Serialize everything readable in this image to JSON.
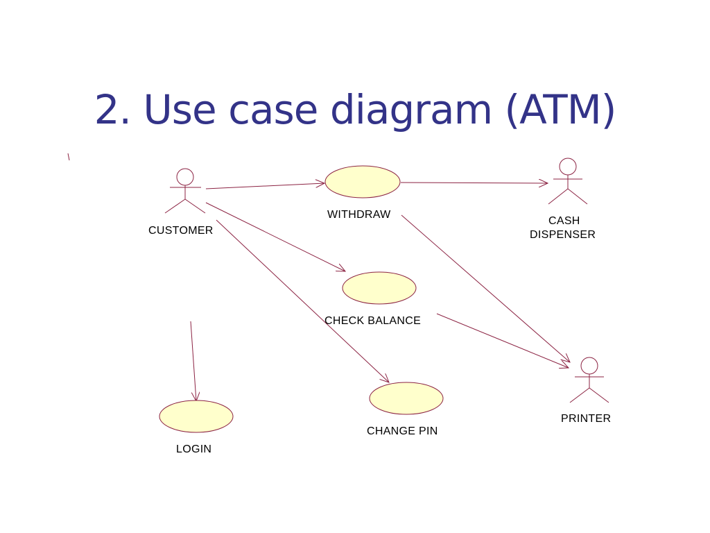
{
  "slide": {
    "title": "2. Use case diagram (ATM)"
  },
  "actors": {
    "customer": "CUSTOMER",
    "cash_dispenser_line1": "CASH",
    "cash_dispenser_line2": "DISPENSER",
    "printer": "PRINTER"
  },
  "use_cases": {
    "withdraw": "WITHDRAW",
    "check_balance": "CHECK BALANCE",
    "change_pin": "CHANGE PIN",
    "login": "LOGIN"
  },
  "colors": {
    "title": "#333388",
    "use_case_fill": "#ffffcc",
    "stroke": "#8b2242",
    "text": "#000000"
  }
}
